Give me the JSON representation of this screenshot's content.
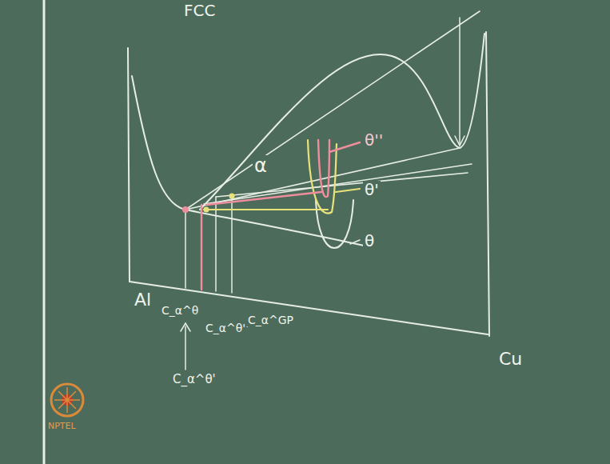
{
  "diagram": {
    "labels": [
      "FCC",
      "α",
      "θ''",
      "θ'",
      "θ",
      "Al",
      "C_α^θ",
      "C_α^θ''",
      "C_α^GP",
      "C_α^θ'",
      "Cu",
      "NPTEL"
    ]
  }
}
